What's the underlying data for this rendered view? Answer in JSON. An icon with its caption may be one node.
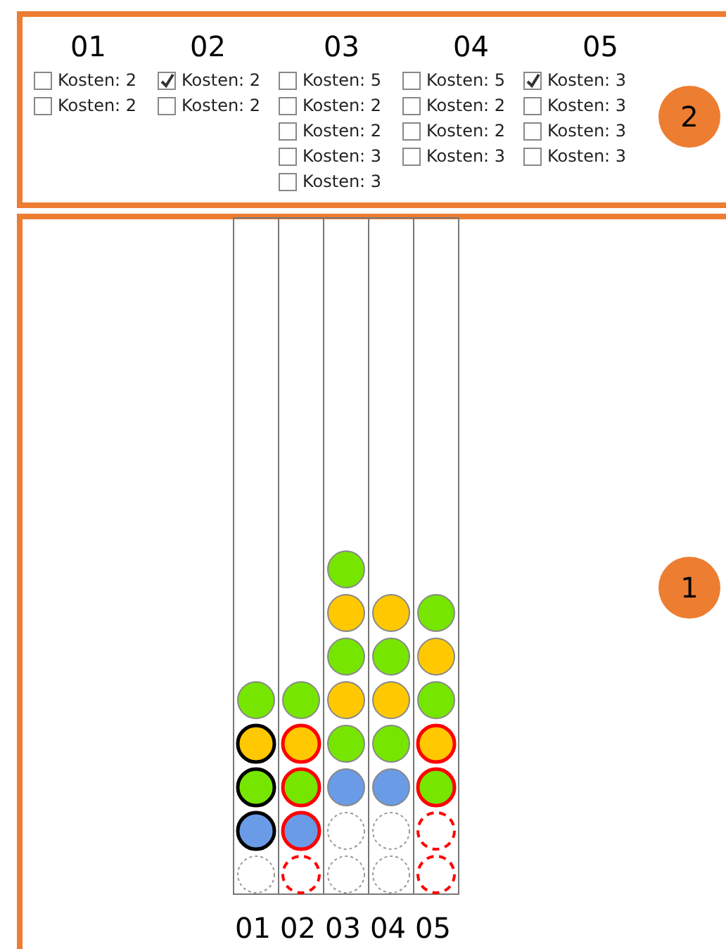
{
  "diagram": {
    "nodes": [
      {
        "text": [
          "2"
        ]
      },
      {
        "text": [
          "1"
        ]
      }
    ],
    "labels": [
      "01",
      "02",
      "03",
      "04",
      "05",
      "Kosten: 2",
      "Kosten: 2",
      "Kosten: 5",
      "Kosten: 5",
      "Kosten: 3",
      "Kosten: 2",
      "Kosten: 2",
      "Kosten: 2",
      "Kosten: 2",
      "Kosten: 3",
      "Kosten: 2",
      "Kosten: 2",
      "Kosten: 3",
      "Kosten: 3",
      "Kosten: 3",
      "Kosten: 3",
      "Kosten: 3",
      "01",
      "02",
      "03",
      "04",
      "05"
    ]
  }
}
